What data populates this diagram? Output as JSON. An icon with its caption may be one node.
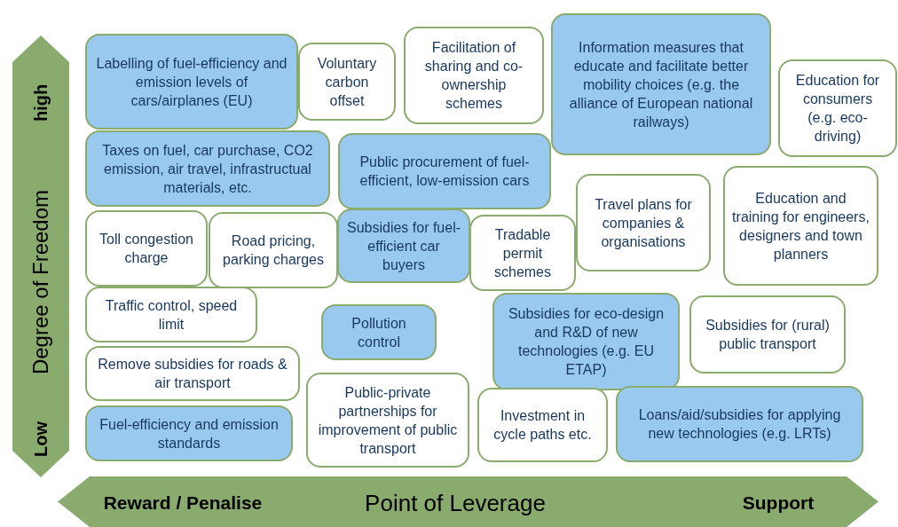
{
  "diagram": {
    "nodes": [
      {
        "text": [
          "Labelling of fuel-efficiency and emission levels of cars/airplanes (EU)"
        ]
      },
      {
        "text": [
          "Voluntary carbon offset"
        ]
      },
      {
        "text": [
          "Facilitation of sharing and co-ownership schemes"
        ]
      },
      {
        "text": [
          "Information measures that educate and facilitate better mobility choices (e.g. the alliance of European national railways)"
        ]
      },
      {
        "text": [
          "Education for consumers (e.g. eco-driving)"
        ]
      },
      {
        "text": [
          "Taxes on fuel, car purchase, CO2 emission, air travel, infrastructual materials, etc."
        ]
      },
      {
        "text": [
          "Public procurement of fuel-efficient, low-emission cars"
        ]
      },
      {
        "text": [
          "Toll congestion charge"
        ]
      },
      {
        "text": [
          "Road pricing, parking charges"
        ]
      },
      {
        "text": [
          "Subsidies for fuel-efficient car buyers"
        ]
      },
      {
        "text": [
          "Tradable permit schemes"
        ]
      },
      {
        "text": [
          "Travel plans for companies & organisations"
        ]
      },
      {
        "text": [
          "Education and training for engineers, designers and town planners"
        ]
      },
      {
        "text": [
          "Traffic control, speed limit"
        ]
      },
      {
        "text": [
          "Pollution control"
        ]
      },
      {
        "text": [
          "Subsidies for eco-design and R&D of new technologies (e.g. EU ETAP)"
        ]
      },
      {
        "text": [
          "Subsidies for (rural) public transport"
        ]
      },
      {
        "text": [
          "Remove subsidies for roads & air transport"
        ]
      },
      {
        "text": [
          "Public-private partnerships for improvement of public transport"
        ]
      },
      {
        "text": [
          "Investment in cycle paths etc."
        ]
      },
      {
        "text": [
          "Loans/aid/subsidies for applying new technologies (e.g. LRTs)"
        ]
      },
      {
        "text": [
          "Fuel-efficiency and emission standards"
        ]
      },
      {
        "text": [
          "high",
          "Degree of Freedom",
          "Low"
        ]
      },
      {
        "text": [
          "Reward / Penalise",
          "Point of Leverage",
          "Support"
        ]
      }
    ]
  }
}
